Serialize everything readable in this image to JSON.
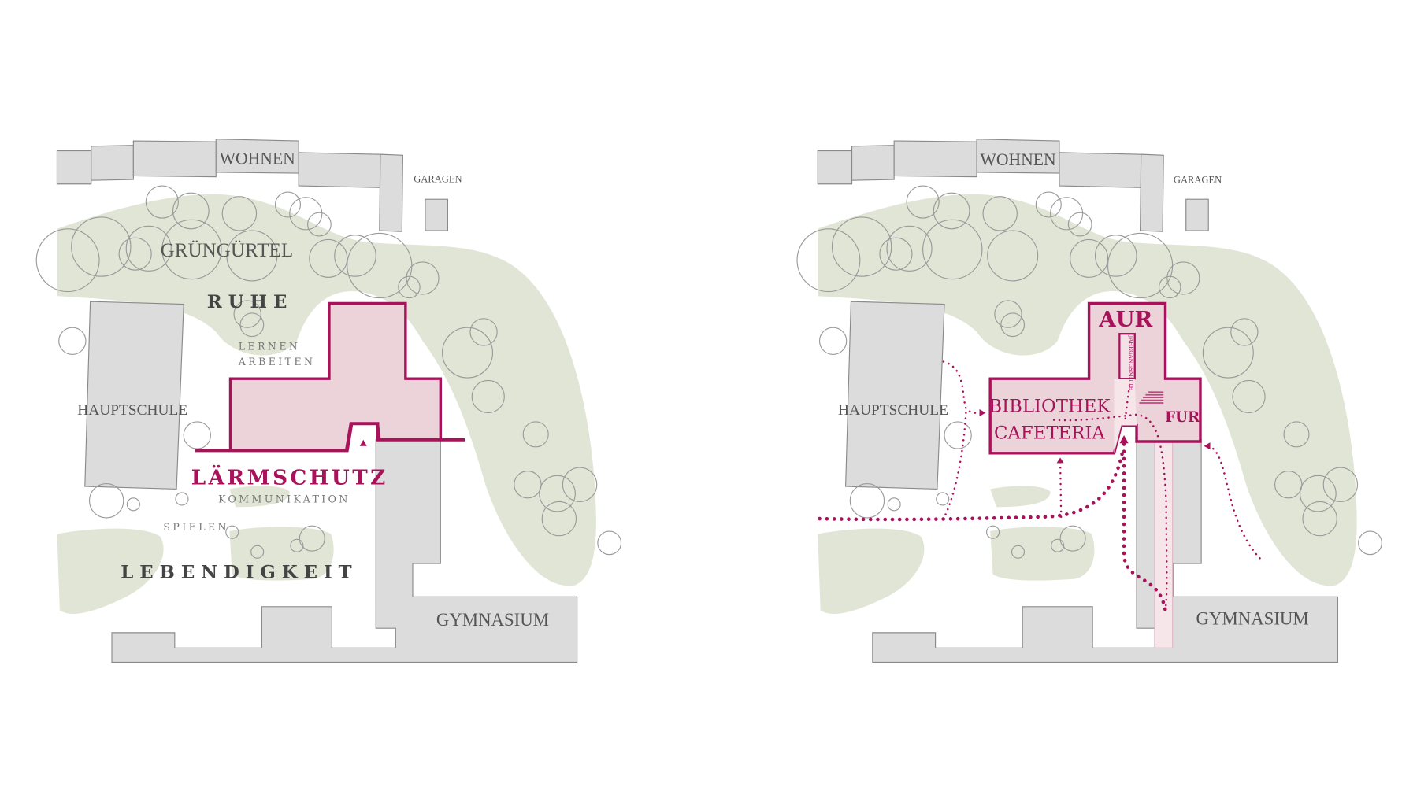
{
  "colors": {
    "accent": "#a8125a",
    "building_fill": "#ecd3da",
    "green": "#e1e5d6",
    "gray": "#dcdcdc"
  },
  "left_plan": {
    "wohnen": "WOHNEN",
    "garagen": "GARAGEN",
    "gruenguertel": "GRÜNGÜRTEL",
    "ruhe": "RUHE",
    "lernen": "LERNEN",
    "arbeiten": "ARBEITEN",
    "hauptschule": "HAUPTSCHULE",
    "laermschutz": "LÄRMSCHUTZ",
    "kommunikation": "KOMMUNIKATION",
    "spielen": "SPIELEN",
    "lebendigkeit": "LEBENDIGKEIT",
    "gymnasium": "GYMNASIUM"
  },
  "right_plan": {
    "wohnen": "WOHNEN",
    "garagen": "GARAGEN",
    "hauptschule": "HAUPTSCHULE",
    "gymnasium": "GYMNASIUM",
    "aur": "AUR",
    "fur": "FUR",
    "bibliothek": "BIBLIOTHEK",
    "cafeteria": "CAFETERIA",
    "jahrgangsmitte": "JAHRGANGSMITTE"
  }
}
